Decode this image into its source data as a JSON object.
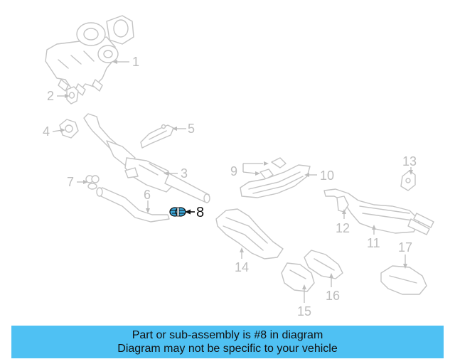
{
  "callouts": [
    {
      "id": "1",
      "label": "1"
    },
    {
      "id": "2",
      "label": "2"
    },
    {
      "id": "3",
      "label": "3"
    },
    {
      "id": "4",
      "label": "4"
    },
    {
      "id": "5",
      "label": "5"
    },
    {
      "id": "6",
      "label": "6"
    },
    {
      "id": "7",
      "label": "7"
    },
    {
      "id": "8",
      "label": "8",
      "highlighted": true
    },
    {
      "id": "9",
      "label": "9"
    },
    {
      "id": "10",
      "label": "10"
    },
    {
      "id": "11",
      "label": "11"
    },
    {
      "id": "12",
      "label": "12"
    },
    {
      "id": "13",
      "label": "13"
    },
    {
      "id": "14",
      "label": "14"
    },
    {
      "id": "15",
      "label": "15"
    },
    {
      "id": "16",
      "label": "16"
    },
    {
      "id": "17",
      "label": "17"
    }
  ],
  "banner": {
    "line1": "Part or sub-assembly is #8 in diagram",
    "line2": "Diagram may not be specific to your vehicle",
    "background": "#4fc1f3"
  },
  "colors": {
    "line_art": "#c4c4c4",
    "highlight": "#111111",
    "highlight_part_fill": "#3aa6d8"
  }
}
